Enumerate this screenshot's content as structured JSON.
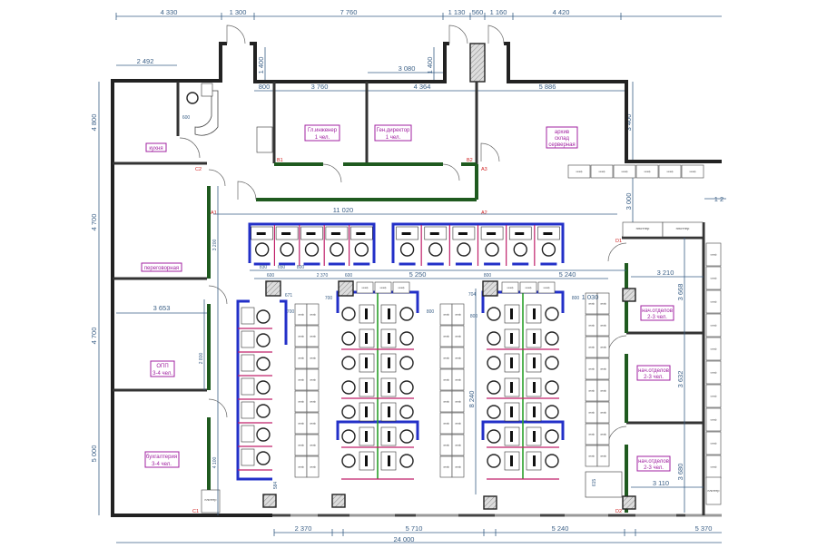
{
  "rooms": {
    "kitchen": "кухня",
    "meeting": "переговорная",
    "chief_engineer": [
      "Гл.инженер",
      "1 чел."
    ],
    "general_director": [
      "Ген.директор",
      "1 чел."
    ],
    "archive": [
      "архив",
      "склад",
      "серверная"
    ],
    "opp": [
      "ОПП",
      "3-4 чел."
    ],
    "accounting": [
      "бухгалтерия",
      "3-4 чел."
    ],
    "dept_head_1": [
      "нач.отделов",
      "2-3 чел."
    ],
    "dept_head_2": [
      "нач.отделов",
      "2-3 чел."
    ],
    "dept_head_3": [
      "нач.отделов",
      "2-3 чел."
    ]
  },
  "equipment": {
    "plotter": "плоттер",
    "cabinet": "шкаф"
  },
  "markers": [
    "A1",
    "A2",
    "A3",
    "B1",
    "B2",
    "C1",
    "C2",
    "D1",
    "D2"
  ],
  "dimensions": {
    "top": [
      "4 330",
      "1 300",
      "7 760",
      "1 130",
      "560",
      "1 160",
      "4 420"
    ],
    "kitchen_width": "2 492",
    "niche_depth_1": "1 400",
    "niche_depth_2": "1 400",
    "corridor_offset": "3 080",
    "office_row": [
      "800",
      "3 760",
      "4 364",
      "5 886"
    ],
    "archive_height": "3 400",
    "right_gap": "3 000",
    "right_top": "1 2",
    "left_side": [
      "4 800",
      "4 700",
      "4 700",
      "5 000"
    ],
    "open_space_width": "11 020",
    "kitchen_counter": "600",
    "meeting_width": "3 653",
    "workstation_row": [
      "830",
      "650",
      "800",
      "2 370",
      "600",
      "5 250",
      "600",
      "5 240",
      "800"
    ],
    "cluster": [
      "671",
      "700",
      "700",
      "800",
      "704",
      "800",
      "800",
      "1 030"
    ],
    "vertical": [
      "8 240",
      "584",
      "615",
      "4 100",
      "3 200",
      "2 800"
    ],
    "right_rooms": [
      "3 210",
      "3 668",
      "3 632",
      "3 680",
      "3 110"
    ],
    "bottom": [
      "2 370",
      "5 710",
      "5 240",
      "5 370"
    ],
    "total": "24 000"
  }
}
